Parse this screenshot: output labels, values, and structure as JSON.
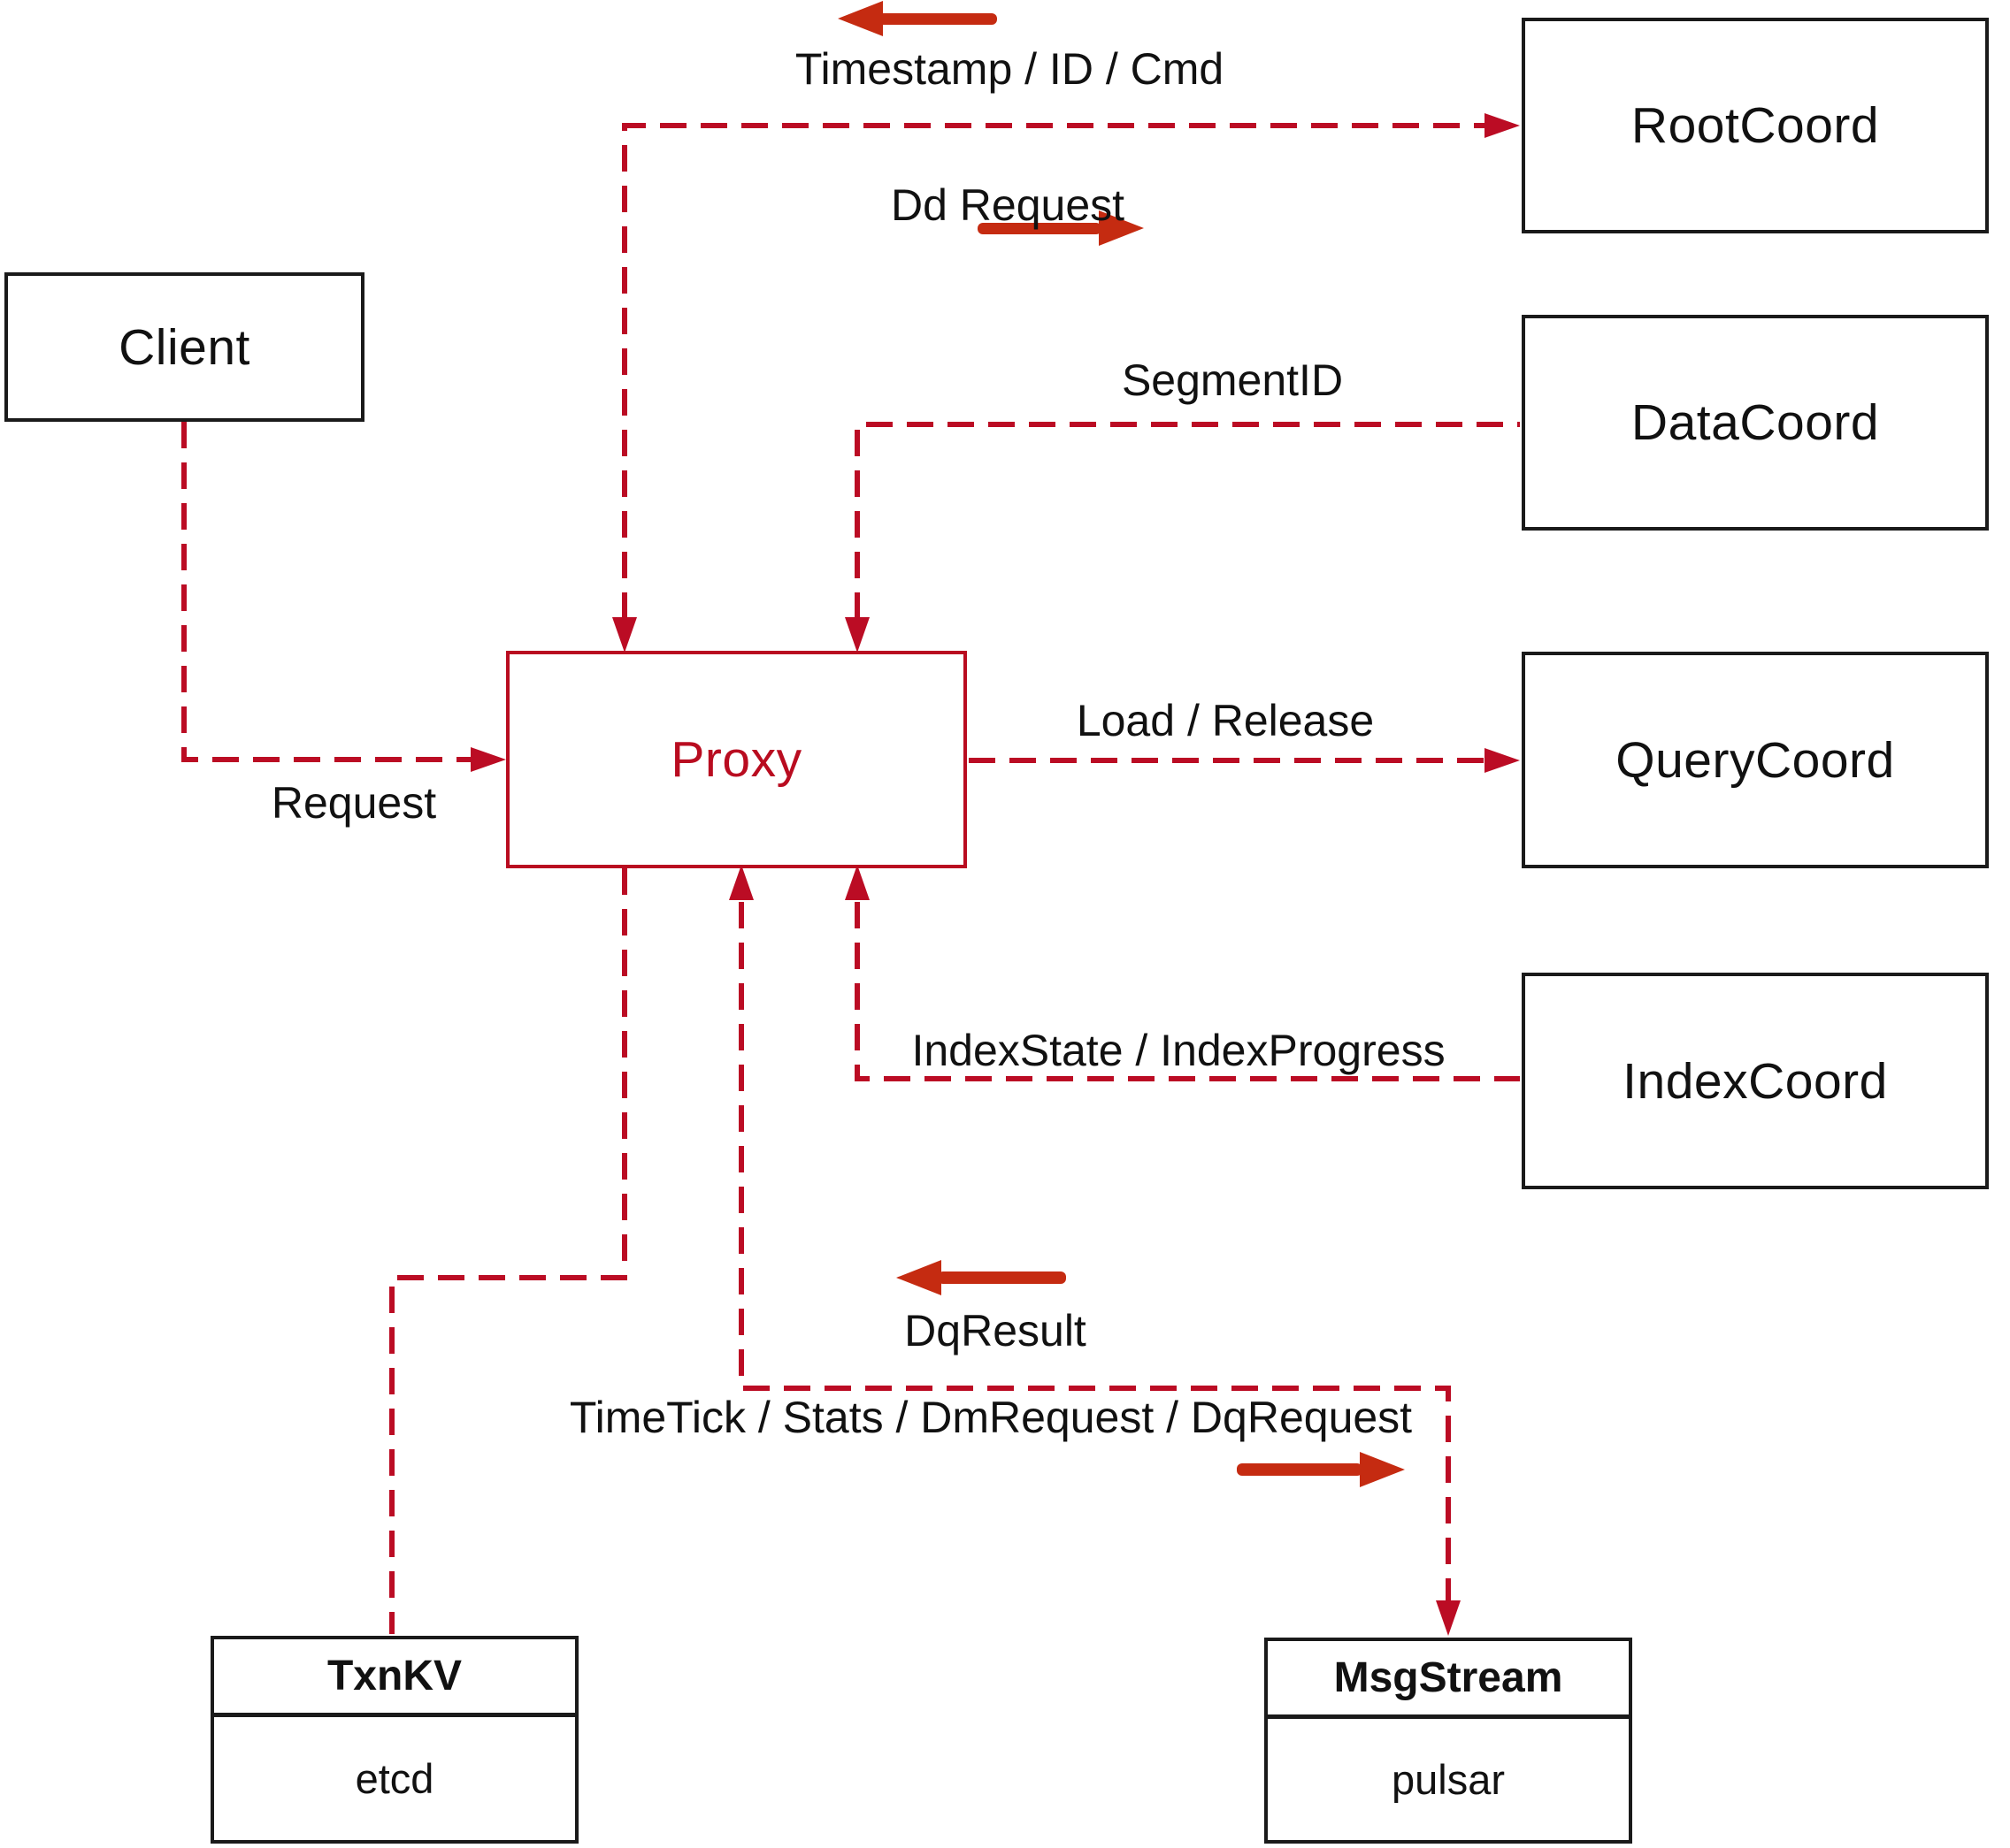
{
  "nodes": {
    "client": {
      "label": "Client"
    },
    "root_coord": {
      "label": "RootCoord"
    },
    "data_coord": {
      "label": "DataCoord"
    },
    "query_coord": {
      "label": "QueryCoord"
    },
    "index_coord": {
      "label": "IndexCoord"
    },
    "proxy": {
      "label": "Proxy"
    },
    "txn_kv": {
      "title": "TxnKV",
      "subtitle": "etcd"
    },
    "msg_stream": {
      "title": "MsgStream",
      "subtitle": "pulsar"
    }
  },
  "edges": {
    "timestamp_label": "Timestamp / ID / Cmd",
    "dd_request_label": "Dd Request",
    "segment_id_label": "SegmentID",
    "load_release_label": "Load / Release",
    "index_state_label": "IndexState / IndexProgress",
    "request_label": "Request",
    "dq_result_label": "DqResult",
    "timetick_label": "TimeTick / Stats / DmRequest / DqRequest"
  },
  "colors": {
    "dashed_line_red": "#bb0c24",
    "solid_arrow_red": "#c52b11",
    "proxy_red": "#b90c20",
    "box_border_black": "#1a1a1a",
    "text_black": "#111111",
    "background": "#ffffff"
  }
}
